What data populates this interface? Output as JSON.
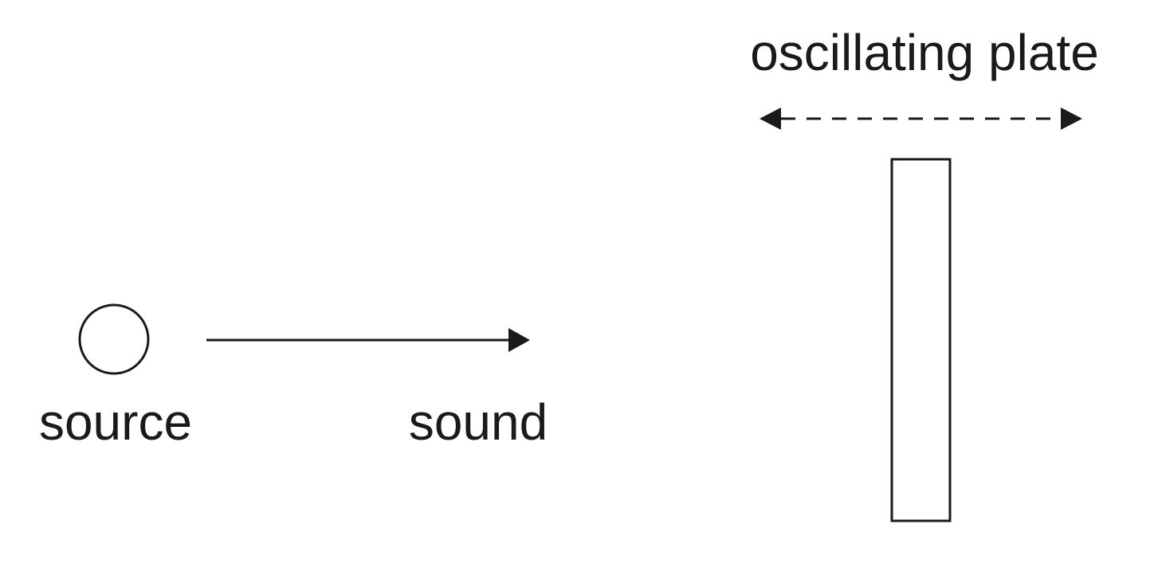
{
  "labels": {
    "source": "source",
    "sound": "sound",
    "plate": "oscillating plate"
  },
  "colors": {
    "ink": "#1a1a1a",
    "background": "#ffffff"
  }
}
